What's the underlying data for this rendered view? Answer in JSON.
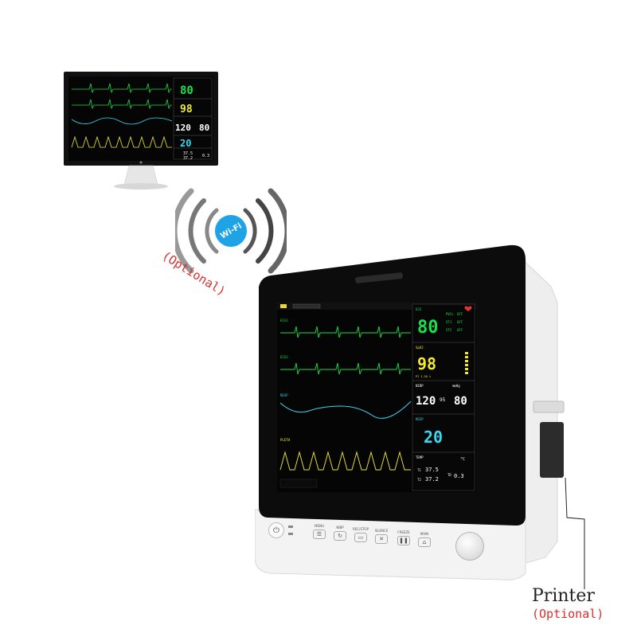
{
  "remote": {
    "hr": "80",
    "spo2": "98",
    "nibp_sys": "120",
    "nibp_dia": "80",
    "resp": "20",
    "t1": "37.5",
    "t2": "37.2",
    "td": "0.3"
  },
  "wifi": {
    "badge": "Wi-Fi",
    "optional": "(Optional)"
  },
  "monitor": {
    "ecg": {
      "label": "ECG",
      "hr": "80",
      "pvcs": "PVCs",
      "st1": "ST1",
      "st2": "ST2",
      "off": "OFF"
    },
    "spo2": {
      "label": "SpO2",
      "value": "98",
      "pi": "PI 1.20 %"
    },
    "nibp": {
      "label": "NIBP",
      "unit": "mmHg",
      "sys": "120",
      "map": "95",
      "dia": "80"
    },
    "resp": {
      "label": "RESP",
      "value": "20"
    },
    "temp": {
      "label": "TEMP",
      "unit": "°C",
      "t1_label": "T1",
      "t1": "37.5",
      "t2_label": "T2",
      "t2": "37.2",
      "td_label": "TD",
      "td": "0.3"
    },
    "waves": {
      "ecg1": "ECG1",
      "ecg2": "ECG2",
      "resp": "RESP",
      "pleth": "PLETH"
    },
    "buttons": {
      "menu": "MENU",
      "nibp": "NIBP",
      "rec": "REC/STOP",
      "silence": "SILENCE",
      "freeze": "FREEZE",
      "main": "MAIN"
    }
  },
  "printer": {
    "label": "Printer",
    "optional": "(Optional)"
  },
  "colors": {
    "green": "#19e04a",
    "yellow": "#f2ea2e",
    "cyan": "#38d8f0",
    "white": "#ffffff",
    "red": "#e23333",
    "wifi_blue": "#1ea3e6"
  }
}
